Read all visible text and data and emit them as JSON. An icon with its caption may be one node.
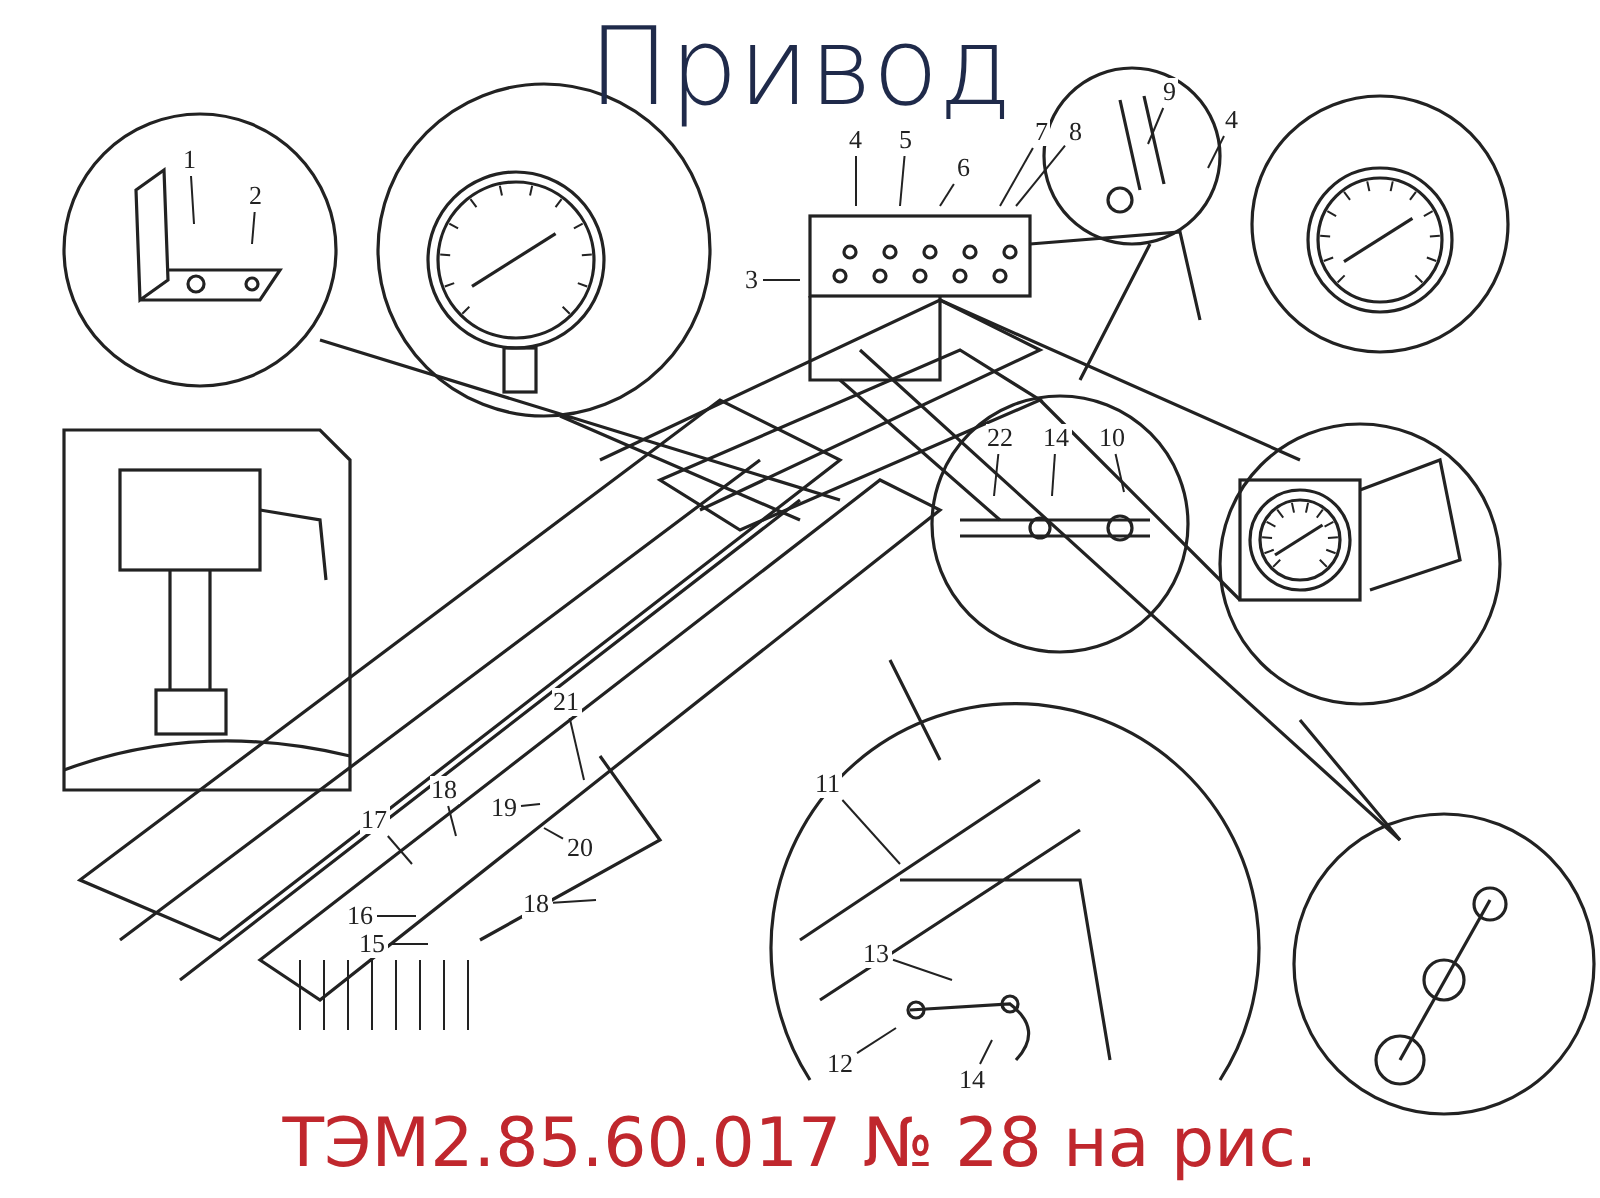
{
  "diagram": {
    "title": "Привод",
    "caption": "ТЭМ2.85.60.017 № 28 на рис.",
    "nodes": [
      {
        "text": [
          "1"
        ]
      },
      {
        "text": [
          "2"
        ]
      },
      {
        "text": [
          "4"
        ]
      },
      {
        "text": [
          "5"
        ]
      },
      {
        "text": [
          "6"
        ]
      },
      {
        "text": [
          "7"
        ]
      },
      {
        "text": [
          "8"
        ]
      },
      {
        "text": [
          "9"
        ]
      },
      {
        "text": [
          "3"
        ]
      },
      {
        "text": [
          "4"
        ]
      },
      {
        "text": [
          "22"
        ]
      },
      {
        "text": [
          "14"
        ]
      },
      {
        "text": [
          "10"
        ]
      },
      {
        "text": [
          "21"
        ]
      },
      {
        "text": [
          "17"
        ]
      },
      {
        "text": [
          "18"
        ]
      },
      {
        "text": [
          "19"
        ]
      },
      {
        "text": [
          "16"
        ]
      },
      {
        "text": [
          "20"
        ]
      },
      {
        "text": [
          "15"
        ]
      },
      {
        "text": [
          "18"
        ]
      },
      {
        "text": [
          "11"
        ]
      },
      {
        "text": [
          "13"
        ]
      },
      {
        "text": [
          "12"
        ]
      },
      {
        "text": [
          "14"
        ]
      }
    ],
    "edges": [
      {
        "from": 0,
        "to": null,
        "arrow": "none"
      },
      {
        "from": 1,
        "to": null,
        "arrow": "none"
      },
      {
        "from": 2,
        "to": null,
        "arrow": "none"
      },
      {
        "from": 3,
        "to": null,
        "arrow": "none"
      },
      {
        "from": 4,
        "to": null,
        "arrow": "none"
      },
      {
        "from": 5,
        "to": null,
        "arrow": "none"
      },
      {
        "from": 6,
        "to": null,
        "arrow": "none"
      },
      {
        "from": 7,
        "to": null,
        "arrow": "none"
      },
      {
        "from": 8,
        "to": null,
        "arrow": "none"
      },
      {
        "from": 9,
        "to": null,
        "arrow": "none"
      },
      {
        "from": 10,
        "to": null,
        "arrow": "none"
      },
      {
        "from": 11,
        "to": null,
        "arrow": "none"
      },
      {
        "from": 12,
        "to": null,
        "arrow": "none"
      },
      {
        "from": 13,
        "to": null,
        "arrow": "none"
      },
      {
        "from": 14,
        "to": null,
        "arrow": "none"
      },
      {
        "from": 15,
        "to": null,
        "arrow": "none"
      },
      {
        "from": 16,
        "to": null,
        "arrow": "none"
      },
      {
        "from": 17,
        "to": null,
        "arrow": "none"
      },
      {
        "from": 18,
        "to": null,
        "arrow": "none"
      },
      {
        "from": 19,
        "to": null,
        "arrow": "none"
      },
      {
        "from": 20,
        "to": null,
        "arrow": "none"
      },
      {
        "from": 21,
        "to": null,
        "arrow": "none"
      },
      {
        "from": 22,
        "to": null,
        "arrow": "none"
      },
      {
        "from": 23,
        "to": null,
        "arrow": "none"
      },
      {
        "from": 24,
        "to": null,
        "arrow": "none"
      }
    ]
  }
}
